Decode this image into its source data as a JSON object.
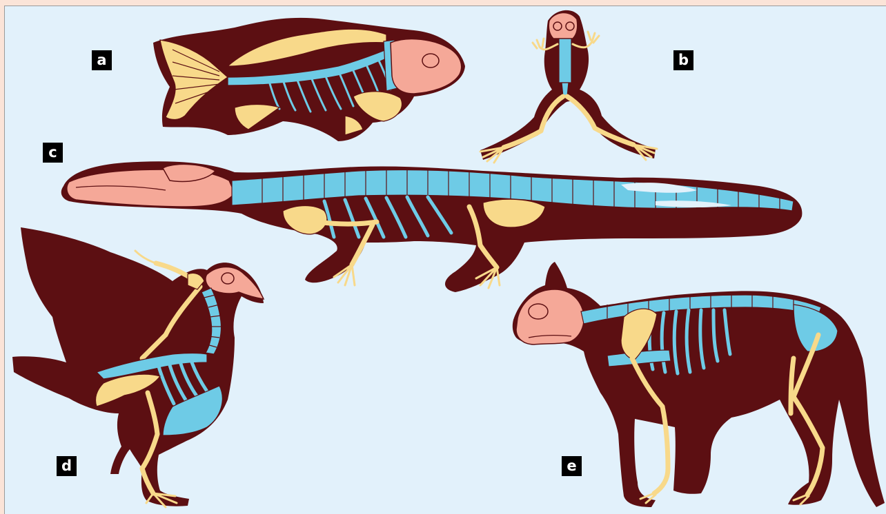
{
  "panels": {
    "a": {
      "label": "a",
      "animal": "fish"
    },
    "b": {
      "label": "b",
      "animal": "frog"
    },
    "c": {
      "label": "c",
      "animal": "alligator"
    },
    "d": {
      "label": "d",
      "animal": "bird"
    },
    "e": {
      "label": "e",
      "animal": "cat"
    }
  },
  "colors": {
    "background": "#e2f1fb",
    "page_margin": "#fbe4d8",
    "body_silhouette": "#5c0f12",
    "skull": "#f5a898",
    "axial_skeleton": "#6ecbe6",
    "limb_bones": "#f8d98a",
    "label_box": "#000000",
    "label_text": "#ffffff"
  }
}
